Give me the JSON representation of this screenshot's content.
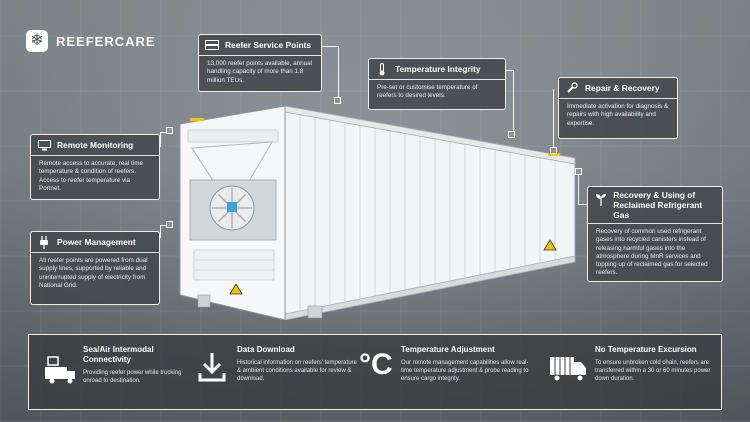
{
  "brand": {
    "name": "REEFERCARE",
    "icon": "snowflake-icon"
  },
  "cards": {
    "service_points": {
      "title": "Reefer Service Points",
      "icon": "server-icon",
      "body": "13,000 reefer points available, annual handling capacity of more than 1.8 million TEUs."
    },
    "temperature_integrity": {
      "title": "Temperature Integrity",
      "icon": "thermometer-icon",
      "body": "Pre-set or customise temperature of reefers to desired levels."
    },
    "repair_recovery": {
      "title": "Repair & Recovery",
      "icon": "wrench-icon",
      "body": "Immediate activation for diagnosis & repairs with high availability and expertise."
    },
    "remote_monitoring": {
      "title": "Remote Monitoring",
      "icon": "monitor-icon",
      "body": "Remote access to accurate, real time temperature & condition of reefers. Access to reefer temperature via Portnet."
    },
    "power_management": {
      "title": "Power Management",
      "icon": "plug-icon",
      "body": "All reefer points are powered from dual supply lines, supported by reliable and uninterrupted supply of electricity from National Grid."
    },
    "refrigerant": {
      "title_line1": "Recovery & Using of",
      "title_line2": "Reclaimed Refrigerant Gas",
      "icon": "sprout-icon",
      "body": "Recovery of common used refrigerant gases into recycled canisters instead of releasing harmful gases into the atmosphere during MnR services and topping up of reclaimed gas for selected reefers."
    }
  },
  "features": [
    {
      "title": "Sea/Air Intermodal Connectivity",
      "icon": "truck-loading-icon",
      "desc": "Providing reefer power while trucking onroad to destination."
    },
    {
      "title": "Data Download",
      "icon": "download-icon",
      "desc": "Historical information on reefers' temperature & ambient conditions available for review & download."
    },
    {
      "title": "Temperature Adjustment",
      "icon": "celsius-icon",
      "desc": "Our remote management capabilities allow real-time temperature adjustment & probe reading to ensure cargo integrity."
    },
    {
      "title": "No Temperature Excursion",
      "icon": "truck-icon",
      "desc": "To ensure unbroken cold chain, reefers are transferred within a 30 or 60 minutes power down duration."
    }
  ],
  "colors": {
    "panel": "#46484c",
    "accent_yellow": "#f2c200",
    "container": "#f4f5f6"
  }
}
